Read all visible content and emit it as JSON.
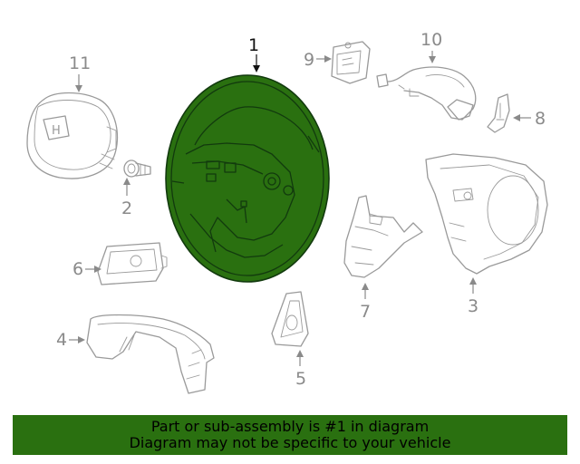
{
  "colors": {
    "highlight_part": "#2a7010",
    "banner_background": "#2a7010",
    "line_art": "#9a9a9a"
  },
  "callouts": {
    "c1": "1",
    "c2": "2",
    "c3": "3",
    "c4": "4",
    "c5": "5",
    "c6": "6",
    "c7": "7",
    "c8": "8",
    "c9": "9",
    "c10": "10",
    "c11": "11"
  },
  "banner": {
    "line1": "Part or sub-assembly is #1 in diagram",
    "line2": "Diagram may not be specific to your vehicle"
  }
}
